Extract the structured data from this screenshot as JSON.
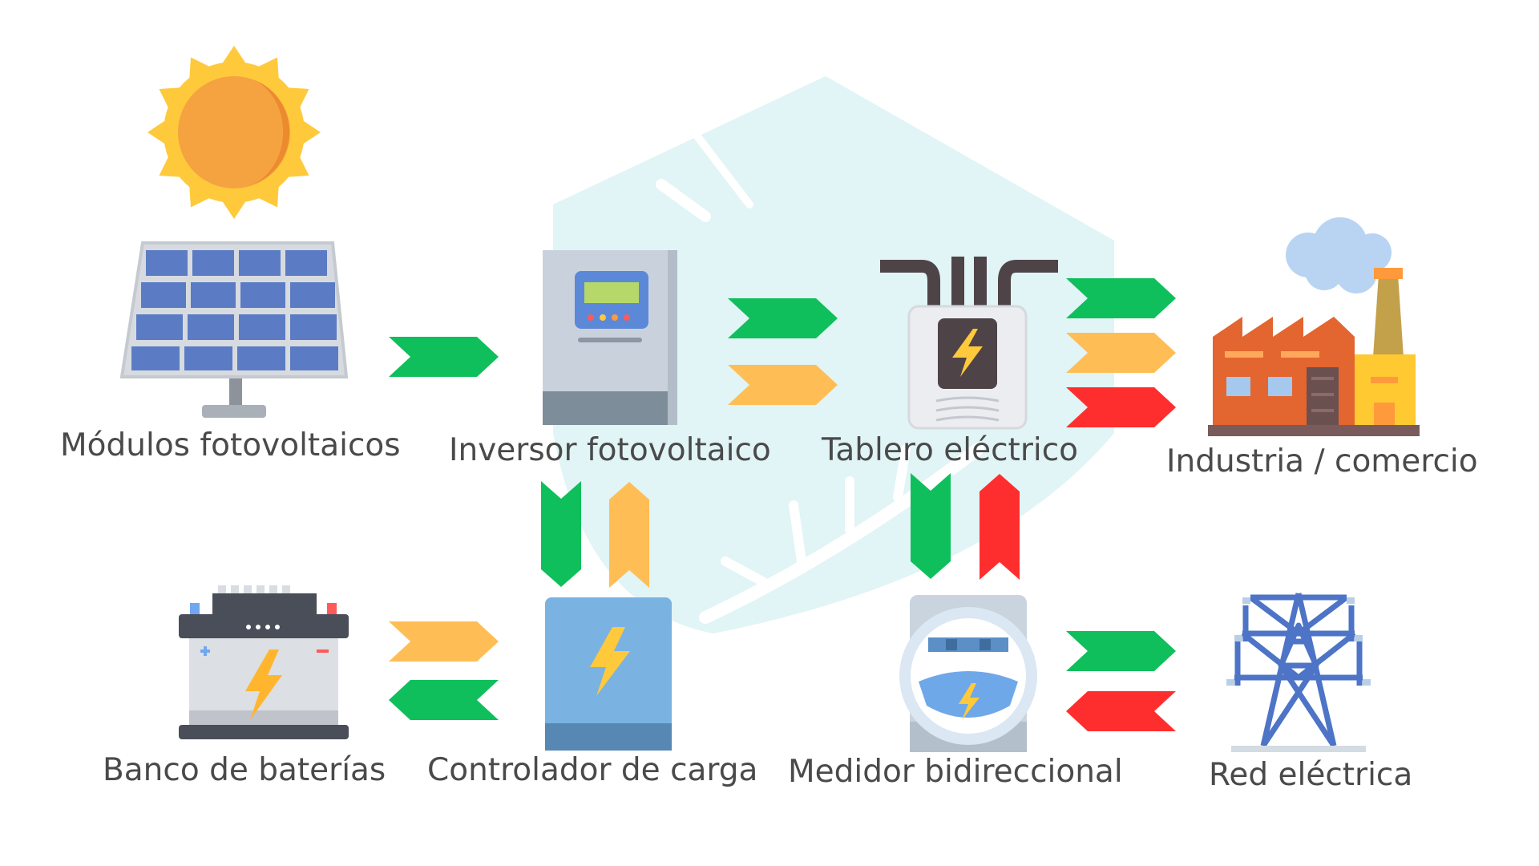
{
  "diagram": {
    "nodes": {
      "modulos": {
        "label": "Módulos fotovoltaicos"
      },
      "inversor": {
        "label": "Inversor fotovoltaico"
      },
      "tablero": {
        "label": "Tablero eléctrico"
      },
      "industria": {
        "label": "Industria / comercio"
      },
      "banco": {
        "label": "Banco de baterías"
      },
      "controlador": {
        "label": "Controlador de carga"
      },
      "medidor": {
        "label": "Medidor bidireccional"
      },
      "red": {
        "label": "Red eléctrica"
      }
    },
    "flows": [
      {
        "from": "modulos",
        "to": "inversor",
        "colors": [
          "green"
        ]
      },
      {
        "from": "inversor",
        "to": "tablero",
        "colors": [
          "green",
          "orange"
        ]
      },
      {
        "from": "tablero",
        "to": "industria",
        "colors": [
          "green",
          "orange",
          "red"
        ]
      },
      {
        "from": "inversor",
        "to": "controlador",
        "colors": [
          "green"
        ]
      },
      {
        "from": "controlador",
        "to": "inversor",
        "colors": [
          "orange"
        ]
      },
      {
        "from": "tablero",
        "to": "medidor",
        "colors": [
          "green"
        ]
      },
      {
        "from": "medidor",
        "to": "tablero",
        "colors": [
          "red"
        ]
      },
      {
        "from": "controlador",
        "to": "banco",
        "colors": [
          "green"
        ]
      },
      {
        "from": "banco",
        "to": "controlador",
        "colors": [
          "orange"
        ]
      },
      {
        "from": "medidor",
        "to": "red",
        "colors": [
          "green"
        ]
      },
      {
        "from": "red",
        "to": "medidor",
        "colors": [
          "red"
        ]
      }
    ]
  },
  "colors": {
    "green": "#0fbf5c",
    "orange": "#ffbe55",
    "red": "#ff2e2e",
    "watermark": "#e1f4f6",
    "label_text": "#4a4a4a"
  },
  "icons": {
    "sun": "sun-icon",
    "solar_panel": "solar-panel-icon",
    "inverter": "inverter-icon",
    "electrical_panel": "electrical-panel-icon",
    "factory": "factory-icon",
    "battery": "battery-icon",
    "charge_controller": "charge-controller-icon",
    "meter": "bidirectional-meter-icon",
    "transmission_tower": "transmission-tower-icon",
    "background": "leaf-watermark"
  }
}
